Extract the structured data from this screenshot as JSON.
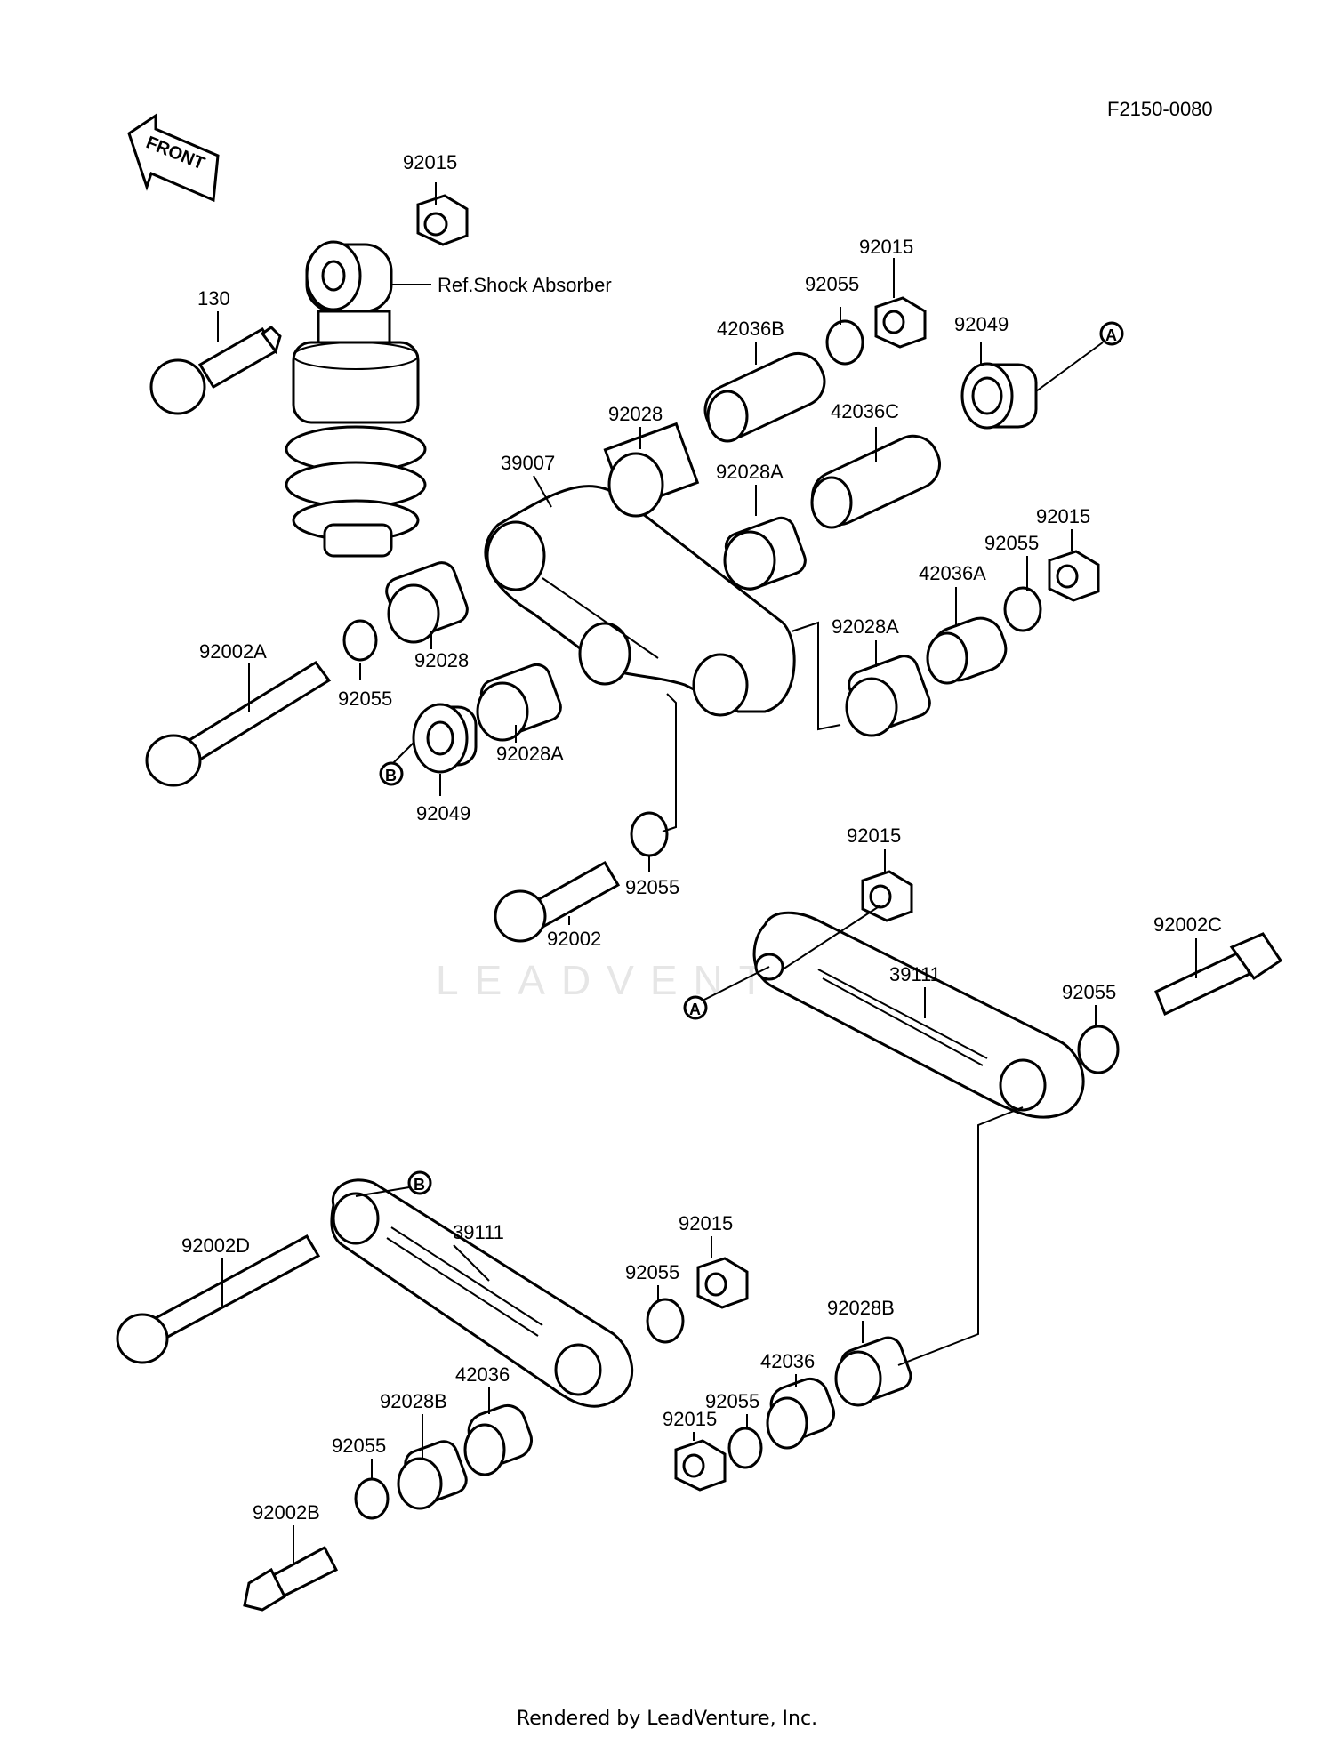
{
  "drawing_code": "F2150-0080",
  "front_arrow": "FRONT",
  "ref_note": "Ref.Shock Absorber",
  "watermark": "LEADVENTURE",
  "footer": "Rendered by LeadVenture, Inc.",
  "callouts": {
    "a": "A",
    "b": "B"
  },
  "parts": [
    "92015",
    "130",
    "92055",
    "92015",
    "42036B",
    "92049",
    "92028",
    "39007",
    "42036C",
    "92028A",
    "92015",
    "92055",
    "42036A",
    "92002A",
    "92055",
    "92028",
    "92028A",
    "92028A",
    "92049",
    "92055",
    "92002",
    "92015",
    "39111",
    "92002C",
    "92055",
    "92002D",
    "39111",
    "92015",
    "92055",
    "92028B",
    "42036",
    "42036",
    "92055",
    "92028B",
    "92015",
    "92055",
    "92002B"
  ]
}
